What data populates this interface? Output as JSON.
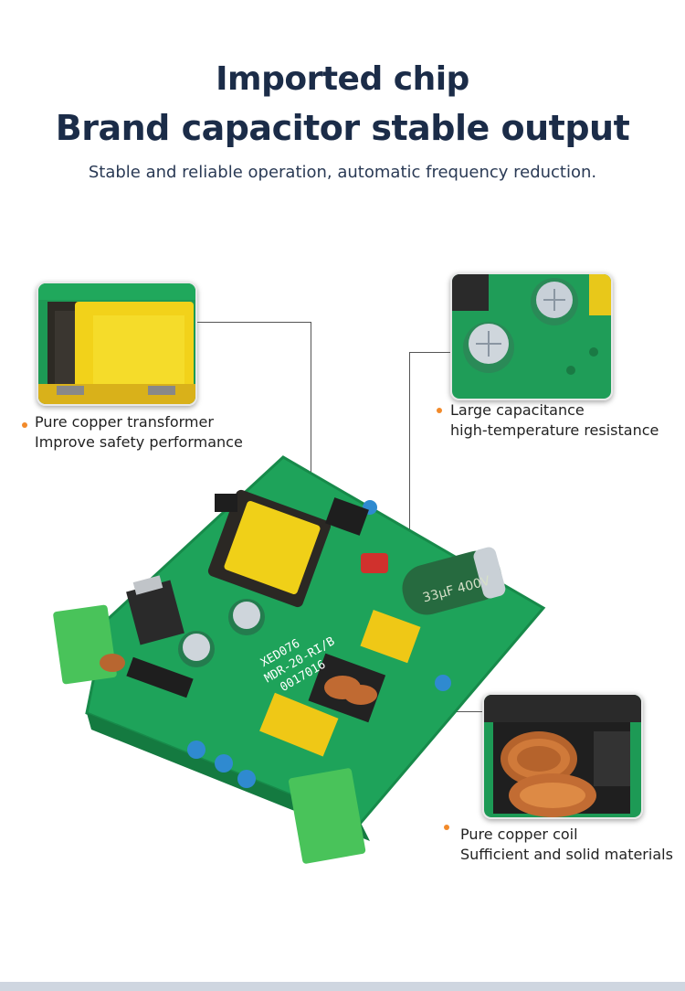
{
  "header": {
    "title_line1": "Imported chip",
    "title_line2": "Brand capacitor stable output",
    "subtitle": "Stable and reliable operation, automatic frequency reduction."
  },
  "callouts": {
    "transformer": {
      "line1": "Pure copper transformer",
      "line2": "Improve safety performance"
    },
    "capacitor": {
      "line1": "Large capacitance",
      "line2": "high-temperature resistance"
    },
    "coil": {
      "line1": "Pure copper coil",
      "line2": "Sufficient and solid materials"
    }
  },
  "board": {
    "silkscreen_1": "XED076",
    "silkscreen_2": "MDR-20-RI/B",
    "silkscreen_3": "0017016",
    "cap_label": "33µF 400V"
  },
  "colors": {
    "pcb": "#1fa05a",
    "accent": "#f28a2a",
    "title": "#1b2c48"
  }
}
